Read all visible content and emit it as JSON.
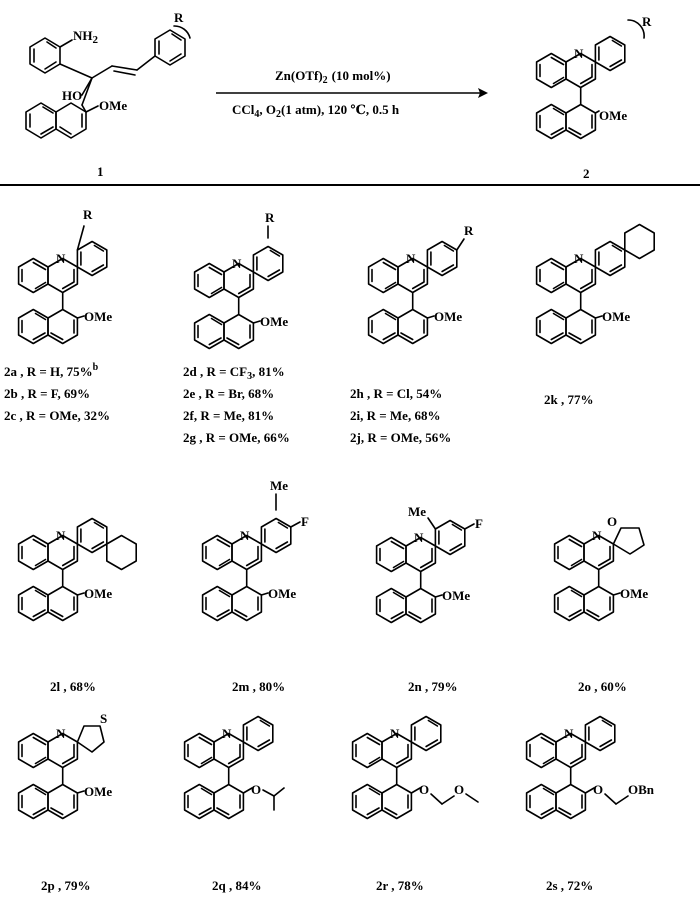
{
  "reaction": {
    "reactant_label": "1",
    "product_label": "2",
    "reagent": "Zn(OTf)",
    "reagent_sub": "2",
    "reagent_amount": "(10  mol%)",
    "conditions_solvent": "CCl",
    "conditions_solvent_sub": "4",
    "conditions_rest": ",  O",
    "conditions_o2_sub": "2",
    "conditions_tail": "(1 atm),  120 ℃, 0.5 h"
  },
  "atoms": {
    "N": "N",
    "NH2": "NH",
    "NH2_sub": "2",
    "HO": "HO",
    "OMe": "OMe",
    "R": "R",
    "Me": "Me",
    "F": "F",
    "O": "O",
    "S": "S",
    "OBn": "OBn"
  },
  "products": {
    "row1_col1": [
      "2a , R = H,  75%",
      "2b , R = F,   69%",
      "2c , R = OMe,  32%"
    ],
    "row1_col1_sup": "b",
    "row1_col2": [
      "2d , R = CF",
      "2e , R = Br, 68%",
      "2f,   R = Me, 81%",
      "2g , R = OMe,  66%"
    ],
    "row1_col2_cf3_tail": ", 81%",
    "row1_col2_cf3_sub": "3",
    "row1_col3": [
      "2h , R = Cl, 54%",
      "2i,   R = Me, 68%",
      "2j,   R = OMe,  56%"
    ],
    "row1_col4": "2k , 77%",
    "row2": [
      "2l , 68%",
      "2m , 80%",
      "2n , 79%",
      "2o , 60%"
    ],
    "row3": [
      "2p , 79%",
      "2q , 84%",
      "2r , 78%",
      "2s , 72%"
    ]
  }
}
